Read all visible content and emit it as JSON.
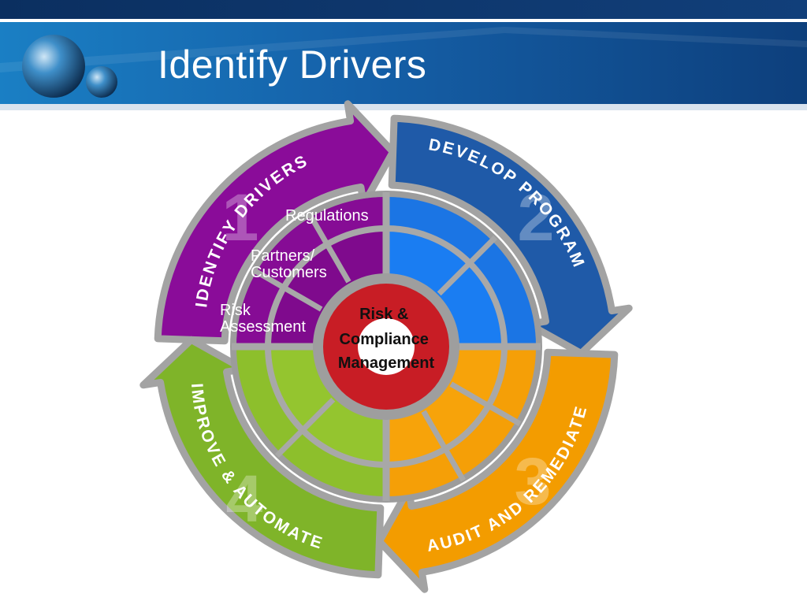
{
  "slide": {
    "title": "Identify Drivers"
  },
  "diagram": {
    "center": {
      "lines": [
        "Risk &",
        "Compliance",
        "Management"
      ]
    },
    "phases": [
      {
        "number": "1",
        "label": "IDENTIFY DRIVERS",
        "color": "#8a0c99"
      },
      {
        "number": "2",
        "label": "DEVELOP PROGRAM",
        "color": "#1f5aa8"
      },
      {
        "number": "3",
        "label": "AUDIT AND REMEDIATE",
        "color": "#f39c00"
      },
      {
        "number": "4",
        "label": "IMPROVE & AUTOMATE",
        "color": "#7fb429"
      }
    ],
    "drivers": [
      {
        "label": "Regulations"
      },
      {
        "label": "Partners/\nCustomers"
      },
      {
        "label": "Risk\nAssessment"
      }
    ]
  }
}
